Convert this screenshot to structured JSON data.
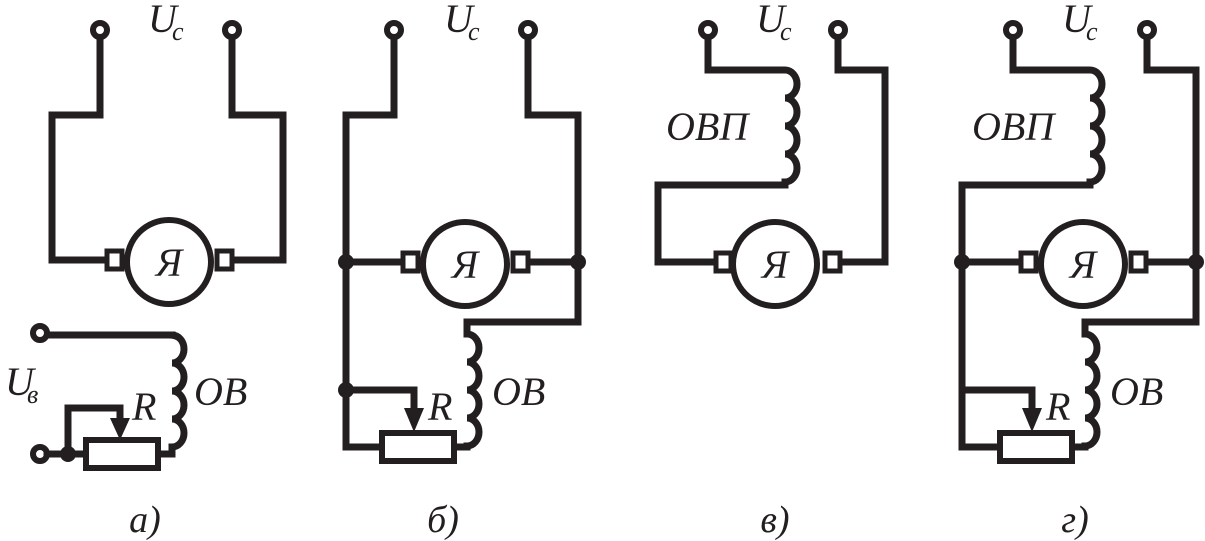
{
  "labels": {
    "supply_voltage": "U",
    "supply_voltage_sub": "c",
    "excitation_voltage": "U",
    "excitation_voltage_sub": "в",
    "armature": "Я",
    "field_winding": "ОВ",
    "series_field_winding": "ОВП",
    "rheostat": "R"
  },
  "captions": {
    "a": "а)",
    "b": "б)",
    "v": "в)",
    "g": "г)"
  }
}
